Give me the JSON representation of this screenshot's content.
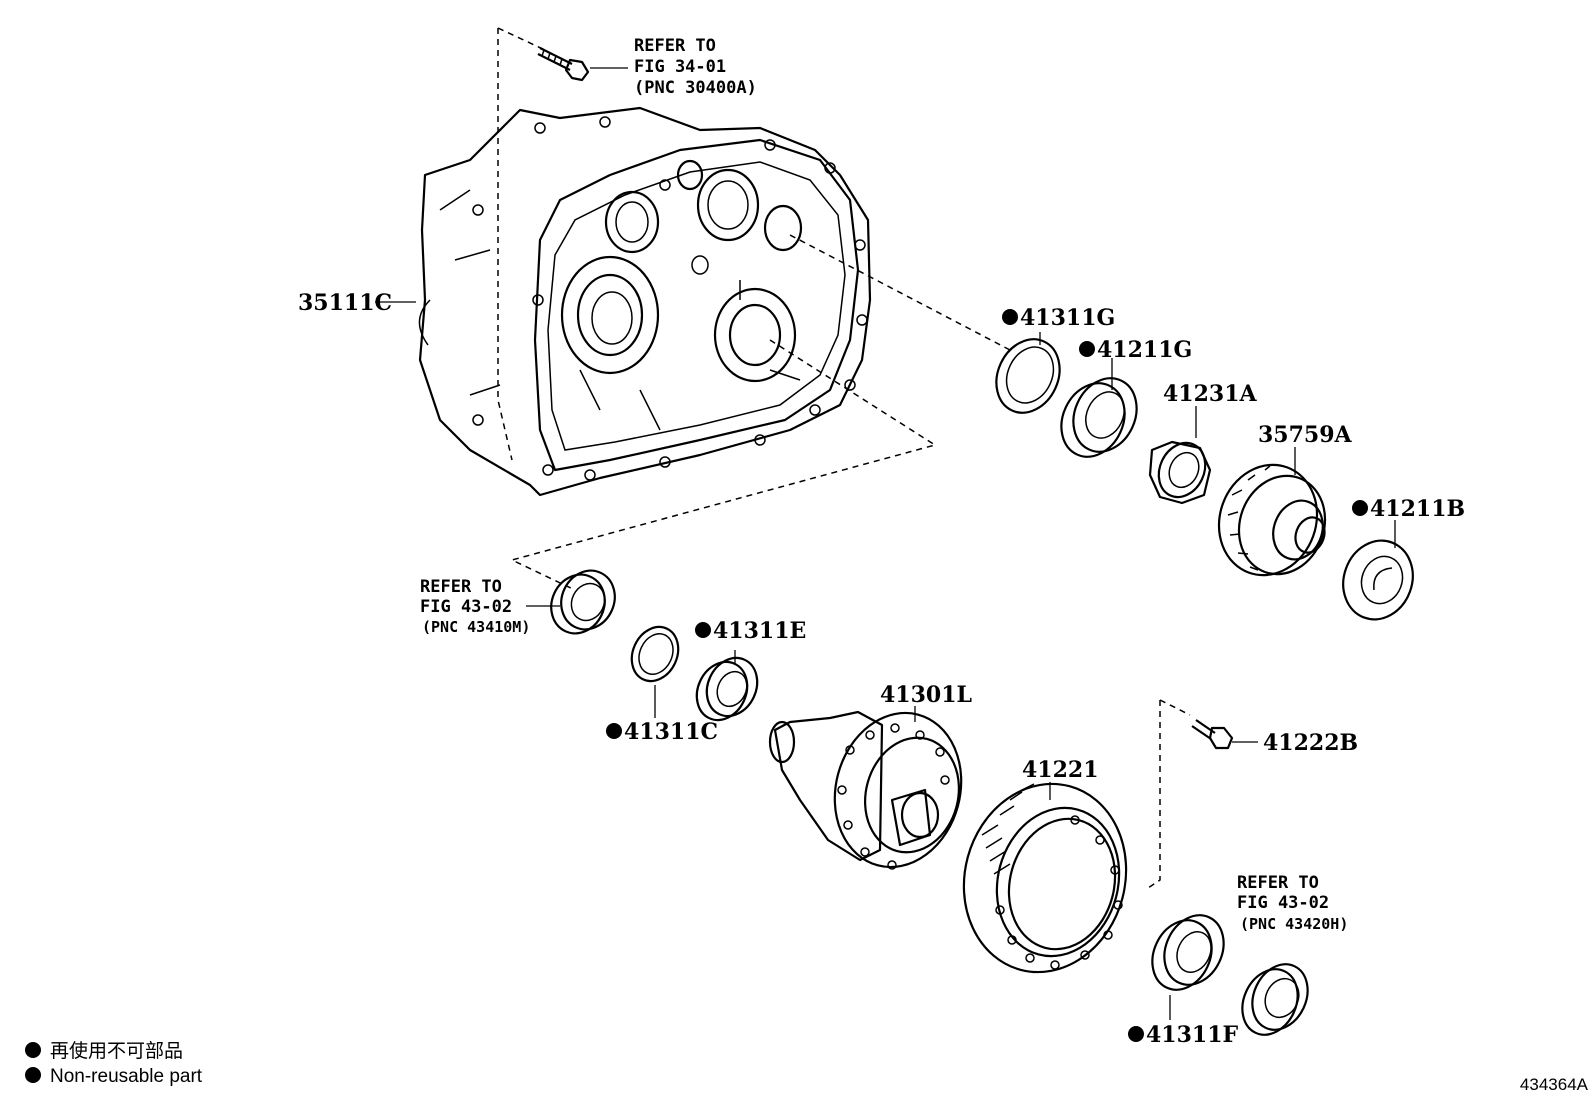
{
  "diagram_id": "434364A",
  "legend": {
    "line_ja": "再使用不可部品",
    "line_en": "Non-reusable part"
  },
  "references": {
    "top": {
      "line1": "REFER TO",
      "line2": "FIG 34-01",
      "line3": "(PNC 30400A)"
    },
    "mid": {
      "line1": "REFER TO",
      "line2": "FIG 43-02",
      "line3": "(PNC 43410M)"
    },
    "bottom": {
      "line1": "REFER TO",
      "line2": "FIG 43-02",
      "line3": "(PNC 43420H)"
    }
  },
  "parts": {
    "p35111C": {
      "code": "35111C",
      "non_reusable": false
    },
    "p41311G": {
      "code": "41311G",
      "non_reusable": true
    },
    "p41211G": {
      "code": "41211G",
      "non_reusable": true
    },
    "p41231A": {
      "code": "41231A",
      "non_reusable": false
    },
    "p35759A": {
      "code": "35759A",
      "non_reusable": false
    },
    "p41211B": {
      "code": "41211B",
      "non_reusable": true
    },
    "p41311E": {
      "code": "41311E",
      "non_reusable": true
    },
    "p41311C": {
      "code": "41311C",
      "non_reusable": true
    },
    "p41301L": {
      "code": "41301L",
      "non_reusable": false
    },
    "p41221": {
      "code": "41221",
      "non_reusable": false
    },
    "p41222B": {
      "code": "41222B",
      "non_reusable": false
    },
    "p41311F": {
      "code": "41311F",
      "non_reusable": true
    }
  }
}
